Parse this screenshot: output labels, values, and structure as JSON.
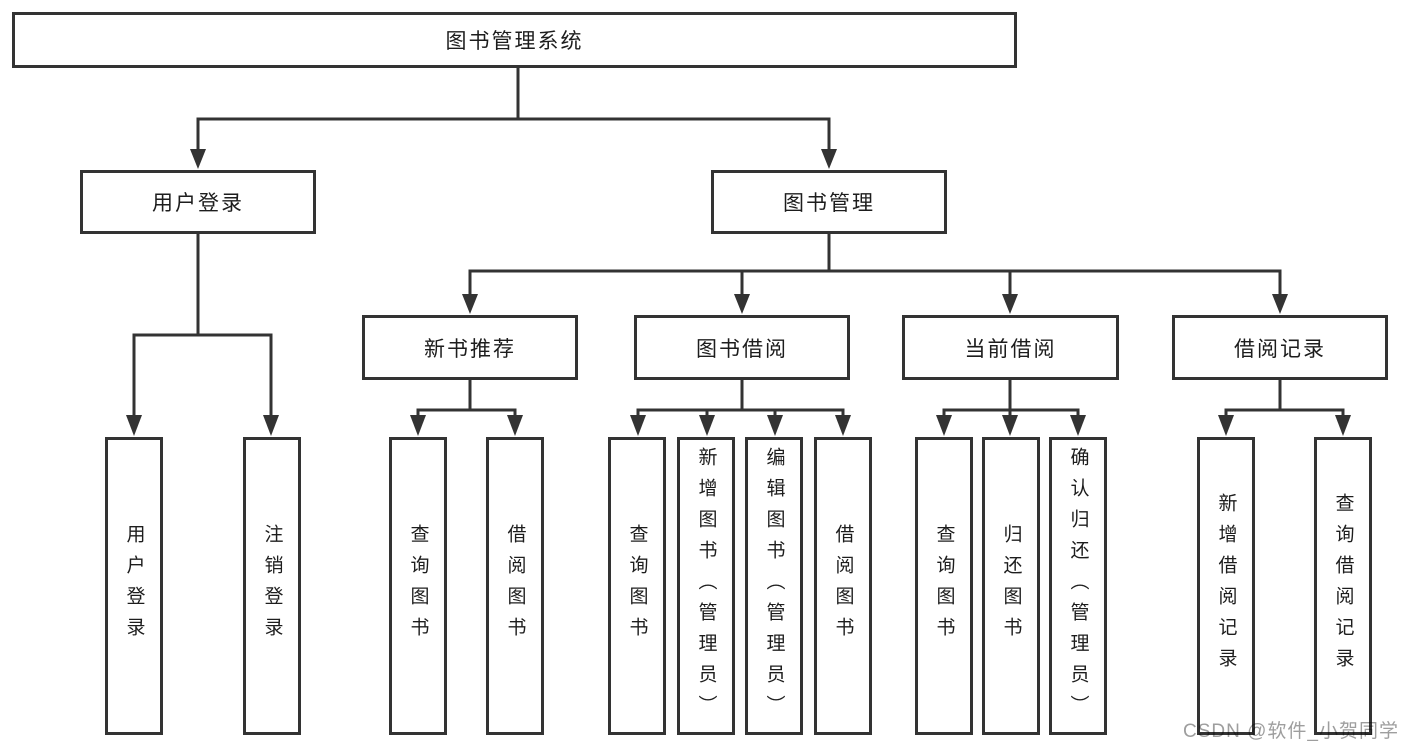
{
  "diagram": {
    "title": "图书管理系统",
    "root": {
      "label": "图书管理系统"
    },
    "level2": [
      {
        "label": "用户登录"
      },
      {
        "label": "图书管理"
      }
    ],
    "level3": [
      {
        "label": "新书推荐",
        "parent": "图书管理"
      },
      {
        "label": "图书借阅",
        "parent": "图书管理"
      },
      {
        "label": "当前借阅",
        "parent": "图书管理"
      },
      {
        "label": "借阅记录",
        "parent": "图书管理"
      }
    ],
    "leaves": [
      {
        "label": "用户登录",
        "parent": "用户登录"
      },
      {
        "label": "注销登录",
        "parent": "用户登录"
      },
      {
        "label": "查询图书",
        "parent": "新书推荐"
      },
      {
        "label": "借阅图书",
        "parent": "新书推荐"
      },
      {
        "label": "查询图书",
        "parent": "图书借阅"
      },
      {
        "label": "新增图书（管理员）",
        "parent": "图书借阅"
      },
      {
        "label": "编辑图书（管理员）",
        "parent": "图书借阅"
      },
      {
        "label": "借阅图书",
        "parent": "图书借阅"
      },
      {
        "label": "查询图书",
        "parent": "当前借阅"
      },
      {
        "label": "归还图书",
        "parent": "当前借阅"
      },
      {
        "label": "确认归还（管理员）",
        "parent": "当前借阅"
      },
      {
        "label": "新增借阅记录",
        "parent": "借阅记录"
      },
      {
        "label": "查询借阅记录",
        "parent": "借阅记录"
      }
    ]
  },
  "watermark": "CSDN @软件_小贺同学",
  "colors": {
    "line": "#333333",
    "text": "#1d1d1d",
    "background": "#ffffff",
    "watermark": "#9e9e9e"
  }
}
